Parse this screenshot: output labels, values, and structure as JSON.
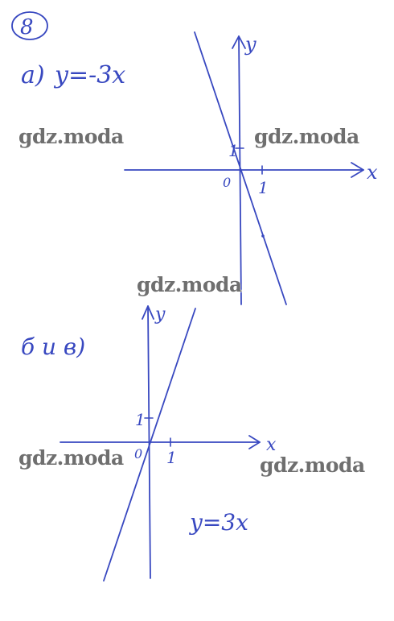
{
  "problem_number": "8",
  "part_a": {
    "label": "а)",
    "equation": "y=-3x",
    "axis_x": "x",
    "axis_y": "y",
    "origin": "0",
    "tick_x": "1",
    "tick_y": "1"
  },
  "part_b": {
    "label": "б и в)",
    "equation": "y=3x",
    "axis_x": "x",
    "axis_y": "y",
    "origin": "0",
    "tick_x": "1",
    "tick_y": "1"
  },
  "watermarks": [
    "gdz.moda",
    "gdz.moda",
    "gdz.moda",
    "gdz.moda",
    "gdz.moda"
  ],
  "colors": {
    "ink": "#3848c0",
    "watermark": "#6f6f6f"
  }
}
